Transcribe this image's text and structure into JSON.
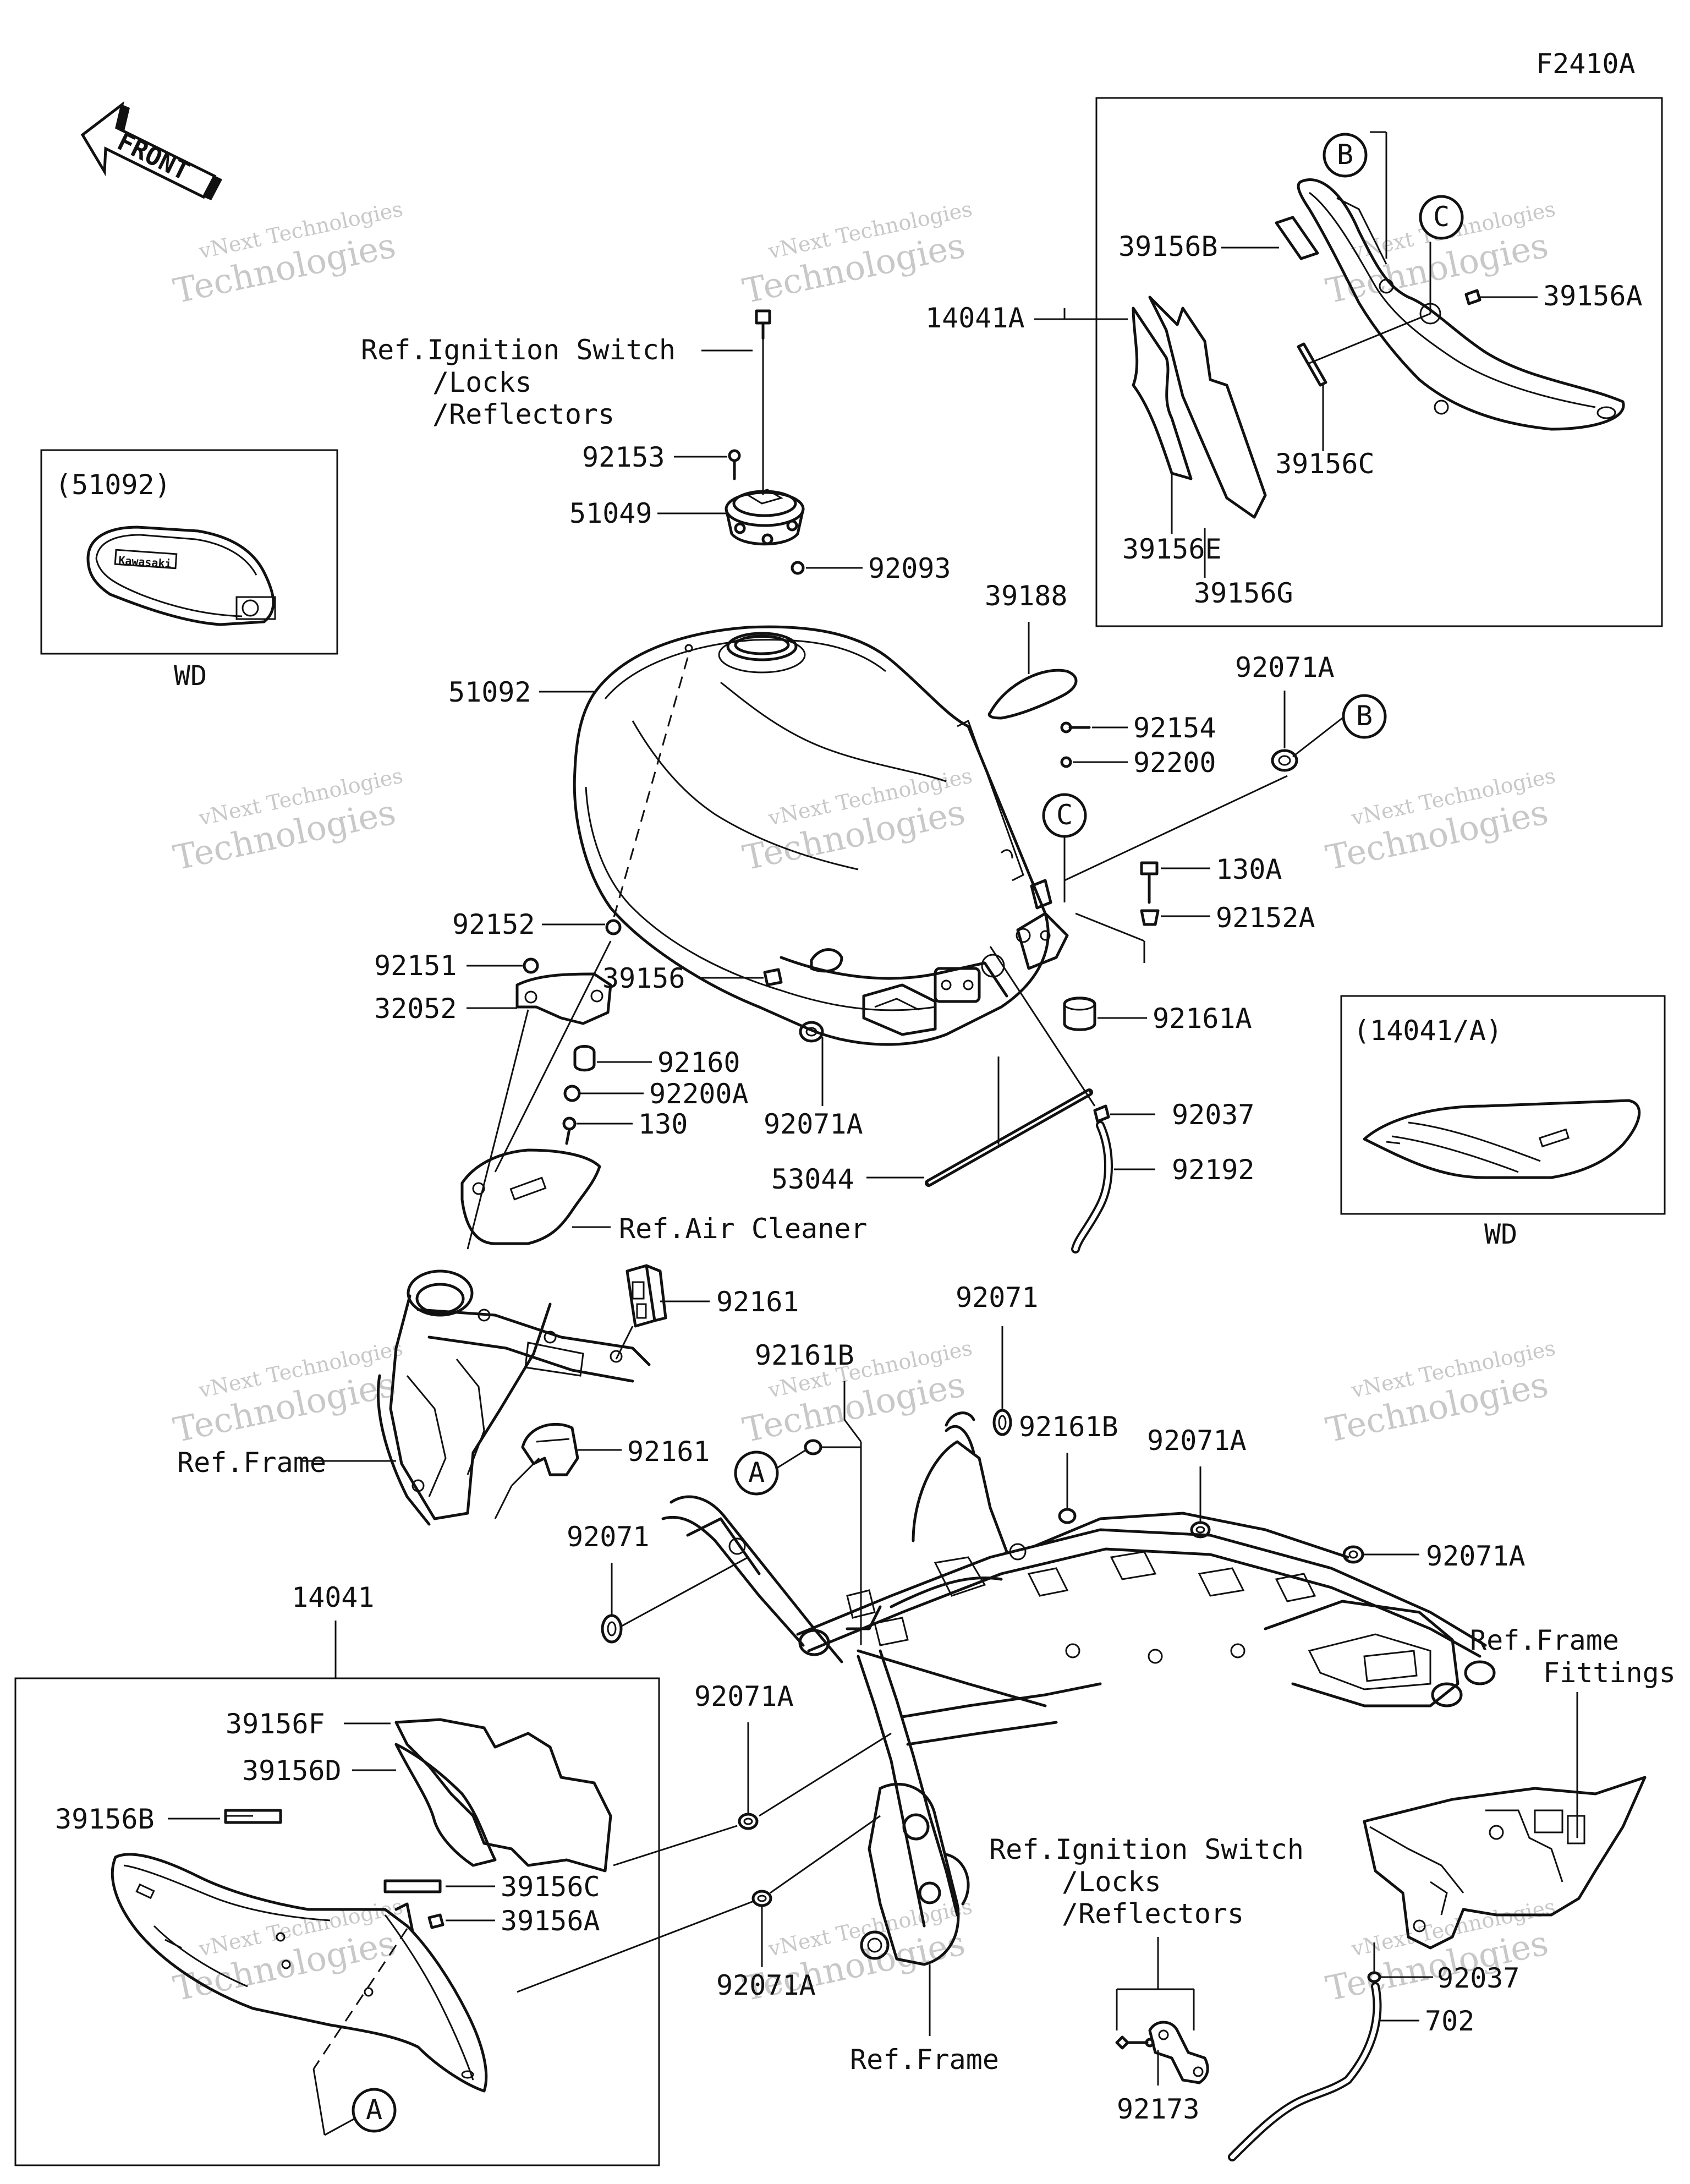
{
  "diagram_code": "F2410A",
  "front_label": "FRONT",
  "watermark": {
    "line1": "vNext Technologies",
    "line2": "Technologies"
  },
  "part_labels": {
    "p39156B_top": "39156B",
    "p39156A_top": "39156A",
    "p14041A": "14041A",
    "p39156C_top": "39156C",
    "p39156E": "39156E",
    "p39156G": "39156G",
    "p92153": "92153",
    "p51049": "51049",
    "p92093": "92093",
    "p39188": "39188",
    "p51092": "51092",
    "p92071A_top": "92071A",
    "p92154": "92154",
    "p92200": "92200",
    "p130A": "130A",
    "p92152A": "92152A",
    "p92152": "92152",
    "p92151": "92151",
    "p32052": "32052",
    "p39156": "39156",
    "p92161A": "92161A",
    "p92160": "92160",
    "p92200A": "92200A",
    "p130": "130",
    "p92071A_mid": "92071A",
    "p92037_top": "92037",
    "p53044": "53044",
    "p92192": "92192",
    "p92161_top": "92161",
    "p92071_a": "92071",
    "p92161B_a": "92161B",
    "p92161B_b": "92161B",
    "p92071A_c": "92071A",
    "p92071A_d": "92071A",
    "p92161_bot": "92161",
    "p92071_b": "92071",
    "p14041": "14041",
    "p39156F": "39156F",
    "p39156D": "39156D",
    "p39156B_bot": "39156B",
    "p39156C_bot": "39156C",
    "p39156A_bot": "39156A",
    "p92071A_e": "92071A",
    "p92071A_f": "92071A",
    "p92173": "92173",
    "p92037_bot": "92037",
    "p702": "702"
  },
  "ref_labels": {
    "ignition_top_1": "Ref.Ignition Switch",
    "ignition_top_2": "/Locks",
    "ignition_top_3": "/Reflectors",
    "air_cleaner": "Ref.Air Cleaner",
    "frame_left": "Ref.Frame",
    "frame_fittings_1": "Ref.Frame",
    "frame_fittings_2": "Fittings",
    "ignition_bot_1": "Ref.Ignition Switch",
    "ignition_bot_2": "/Locks",
    "ignition_bot_3": "/Reflectors",
    "frame_bottom": "Ref.Frame"
  },
  "inset_boxes": {
    "tank_variant": "(51092)",
    "tank_variant_note": "WD",
    "cover_variant": "(14041/A)",
    "cover_variant_note": "WD"
  },
  "logo_text": "Kawasaki",
  "reference_circles": {
    "b_top": "B",
    "c_top": "C",
    "b_mid": "B",
    "c_mid": "C",
    "a_mid": "A",
    "a_bot": "A"
  }
}
